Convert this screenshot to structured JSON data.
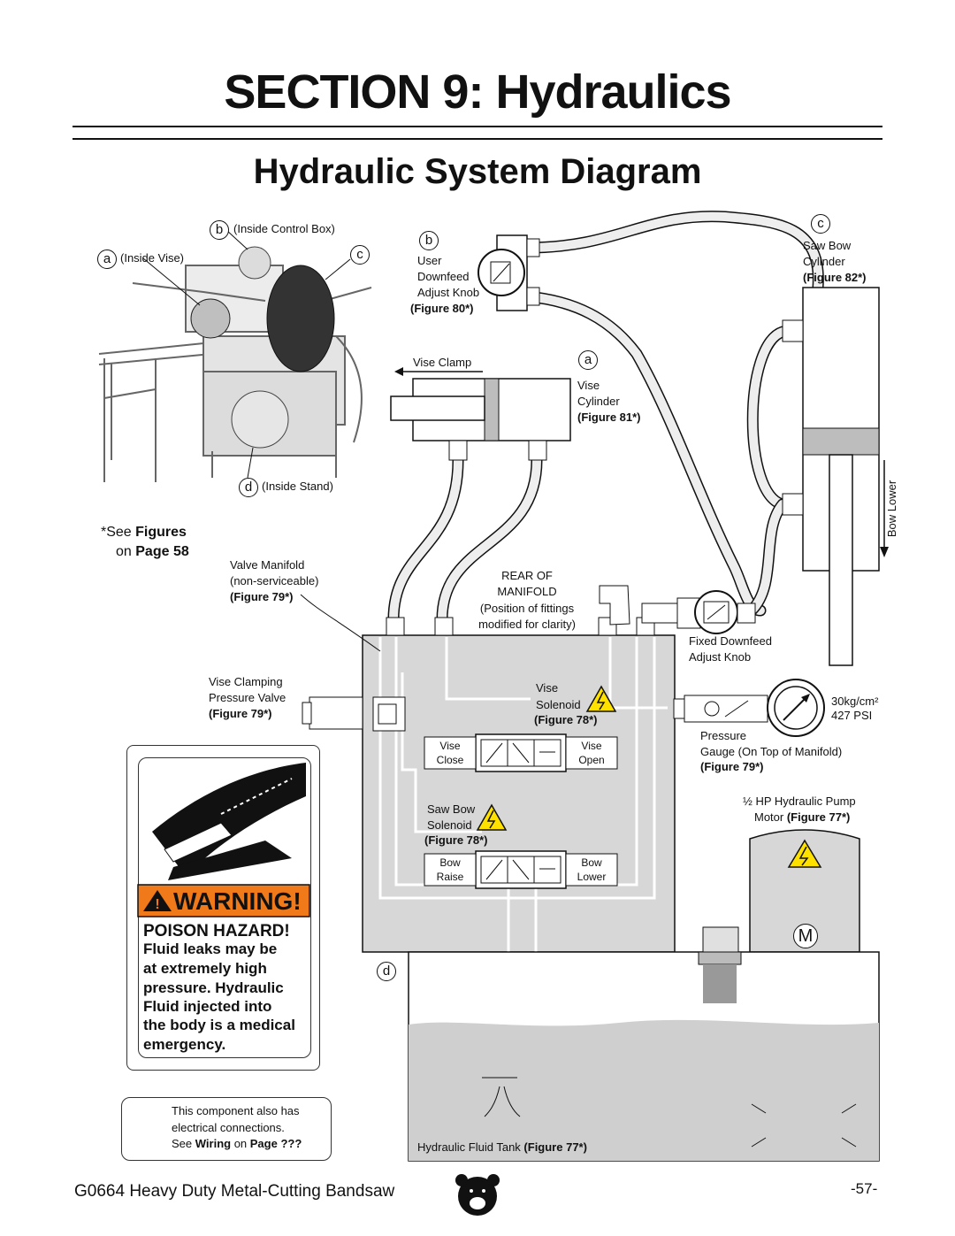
{
  "section_title": "SECTION 9: Hydraulics",
  "diagram_title": "Hydraulic System Diagram",
  "photo": {
    "label_a_letter": "a",
    "label_a": "(Inside Vise)",
    "label_b_letter": "b",
    "label_b": "(Inside Control Box)",
    "label_c_letter": "c",
    "label_d_letter": "d",
    "label_d": "(Inside Stand)"
  },
  "see_figures": {
    "prefix": "*See ",
    "bold": "Figures",
    "line2_prefix": "on ",
    "line2_bold": "Page 58"
  },
  "valve_manifold": {
    "line1": "Valve Manifold",
    "line2": "(non-serviceable)",
    "fig": "(Figure 79*)"
  },
  "vise_clamping": {
    "line1": "Vise Clamping",
    "line2": "Pressure Valve",
    "fig": "(Figure 79*)"
  },
  "warning": {
    "word": "WARNING!",
    "title": "POISON HAZARD!",
    "lines": [
      "Fluid leaks may be",
      "at extremely high",
      "pressure. Hydraulic",
      "Fluid injected into",
      "the body is a medical",
      "emergency."
    ]
  },
  "note": {
    "line1": "This component also has",
    "line2": "electrical connections.",
    "line3_prefix": "See ",
    "line3_wiring": "Wiring",
    "line3_mid": " on ",
    "line3_page": "Page",
    "line3_num": " ???"
  },
  "user_downfeed": {
    "letter": "b",
    "line1": "User",
    "line2": "Downfeed",
    "line3": "Adjust Knob",
    "fig": "(Figure 80*)"
  },
  "vise_clamp_label": "Vise Clamp",
  "vise_cylinder": {
    "letter": "a",
    "line1": "Vise",
    "line2": "Cylinder",
    "fig": "(Figure 81*)"
  },
  "saw_bow_cylinder": {
    "letter": "c",
    "line1": "Saw Bow",
    "line2": "Cylinder",
    "fig": "(Figure 82*)"
  },
  "bow_lower_label": "Bow Lower",
  "rear_of_manifold": {
    "line1": "REAR OF",
    "line2": "MANIFOLD",
    "line3": "(Position of fittings",
    "line4": "modified for clarity)"
  },
  "fixed_downfeed": {
    "line1": "Fixed Downfeed",
    "line2": "Adjust Knob"
  },
  "vise_solenoid": {
    "line1": "Vise",
    "line2": "Solenoid",
    "fig": "(Figure 78*)",
    "left1": "Vise",
    "left2": "Close",
    "right1": "Vise",
    "right2": "Open"
  },
  "saw_bow_solenoid": {
    "line1": "Saw Bow",
    "line2": "Solenoid",
    "fig": "(Figure 78*)",
    "left1": "Bow",
    "left2": "Raise",
    "right1": "Bow",
    "right2": "Lower"
  },
  "pressure_gauge": {
    "unit1": "30kg/cm²",
    "unit2": "427 PSI",
    "line1": "Pressure",
    "line2": "Gauge (On Top of Manifold)",
    "fig": "(Figure 79*)"
  },
  "pump_motor": {
    "fraction": "½",
    "line1": " HP Hydraulic Pump",
    "line2_prefix": "Motor ",
    "fig": "(Figure 77*)",
    "motor_letter": "M"
  },
  "tank": {
    "letter": "d",
    "label": "Hydraulic Fluid Tank ",
    "fig": "(Figure 77*)"
  },
  "footer": {
    "left": "G0664 Heavy Duty Metal-Cutting Bandsaw",
    "right": "-57-"
  },
  "colors": {
    "warning_orange": "#f07a1a",
    "manifold_fill": "#d7d7d7",
    "tank_fluid": "#cfcfcf",
    "line_dark": "#111111"
  },
  "icons": [
    "lightning-warning-icon",
    "bear-logo-icon",
    "motor-symbol-icon",
    "gauge-icon",
    "warning-triangle-icon"
  ]
}
